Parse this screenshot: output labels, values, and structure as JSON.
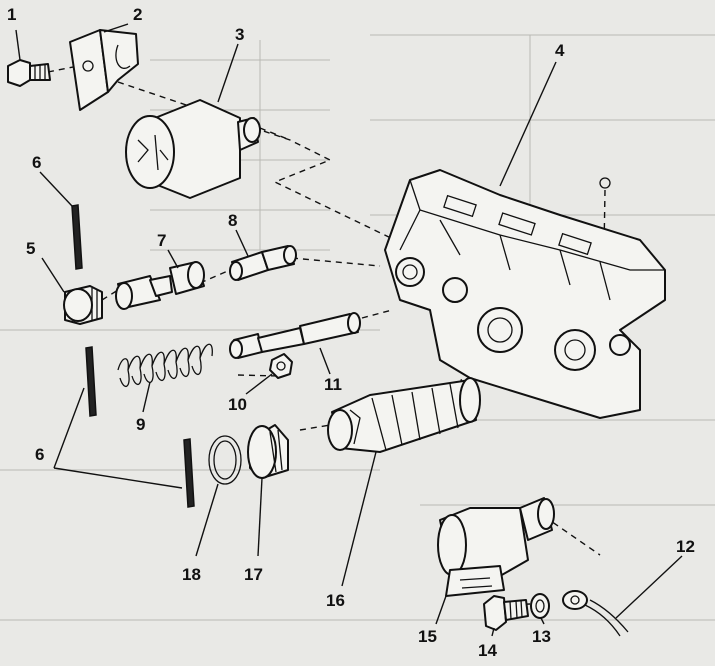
{
  "callouts": [
    {
      "id": "1",
      "text": "1"
    },
    {
      "id": "2",
      "text": "2"
    },
    {
      "id": "3",
      "text": "3"
    },
    {
      "id": "4",
      "text": "4"
    },
    {
      "id": "5",
      "text": "5"
    },
    {
      "id": "6a",
      "text": "6"
    },
    {
      "id": "6b",
      "text": "6"
    },
    {
      "id": "7",
      "text": "7"
    },
    {
      "id": "8",
      "text": "8"
    },
    {
      "id": "9",
      "text": "9"
    },
    {
      "id": "10",
      "text": "10"
    },
    {
      "id": "11",
      "text": "11"
    },
    {
      "id": "12",
      "text": "12"
    },
    {
      "id": "13",
      "text": "13"
    },
    {
      "id": "14",
      "text": "14"
    },
    {
      "id": "15",
      "text": "15"
    },
    {
      "id": "16",
      "text": "16"
    },
    {
      "id": "17",
      "text": "17"
    },
    {
      "id": "18",
      "text": "18"
    }
  ]
}
